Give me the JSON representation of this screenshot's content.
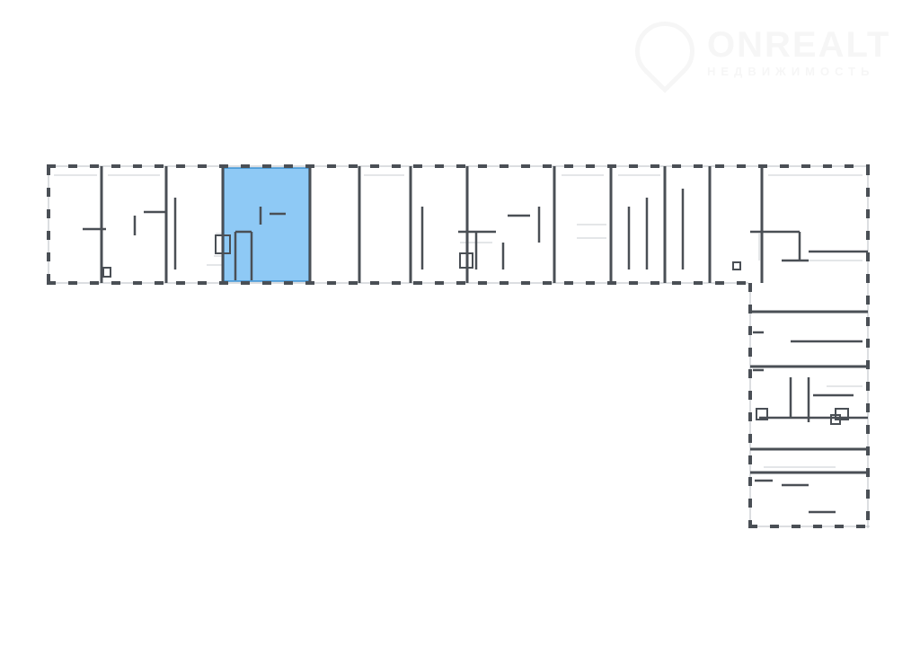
{
  "watermark": {
    "title": "ONREALT",
    "subtitle": "НЕДВИЖИМОСТЬ"
  },
  "plan": {
    "wall_color": "#4a4f55",
    "thin_line_color": "#9aa0a6",
    "highlight_color": "#8ec9f5",
    "highlight_border": "#3a8fd0",
    "selected_unit": "highlighted-unit"
  }
}
